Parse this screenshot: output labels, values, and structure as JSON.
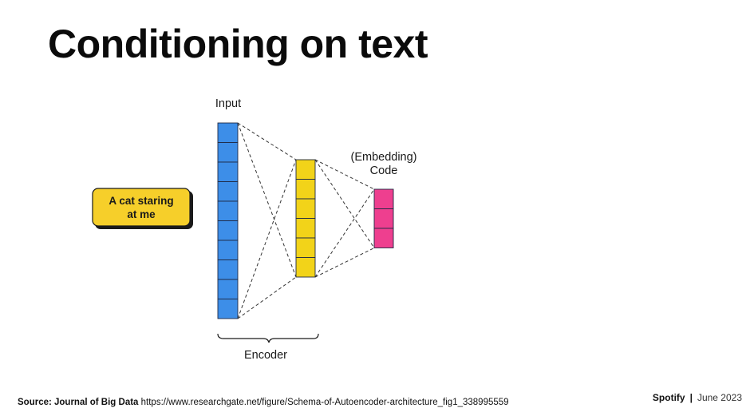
{
  "slide": {
    "title": "Conditioning on text"
  },
  "diagram": {
    "input_label": "Input",
    "text_box": {
      "line1": "A cat staring",
      "line2": "at me"
    },
    "code_label": {
      "line1": "(Embedding)",
      "line2": "Code"
    },
    "encoder_label": "Encoder",
    "layers": [
      {
        "name": "input-layer",
        "cells": 10,
        "color": "#3d8ee8"
      },
      {
        "name": "hidden-layer",
        "cells": 6,
        "color": "#f2d319"
      },
      {
        "name": "code-layer",
        "cells": 3,
        "color": "#ee3f8f"
      }
    ],
    "text_box_color": "#f6cf2a"
  },
  "footer": {
    "source_label": "Source: Journal of Big Data",
    "source_url": "https://www.researchgate.net/figure/Schema-of-Autoencoder-architecture_fig1_338995559",
    "brand": "Spotify",
    "separator": "|",
    "date": "June 2023"
  }
}
